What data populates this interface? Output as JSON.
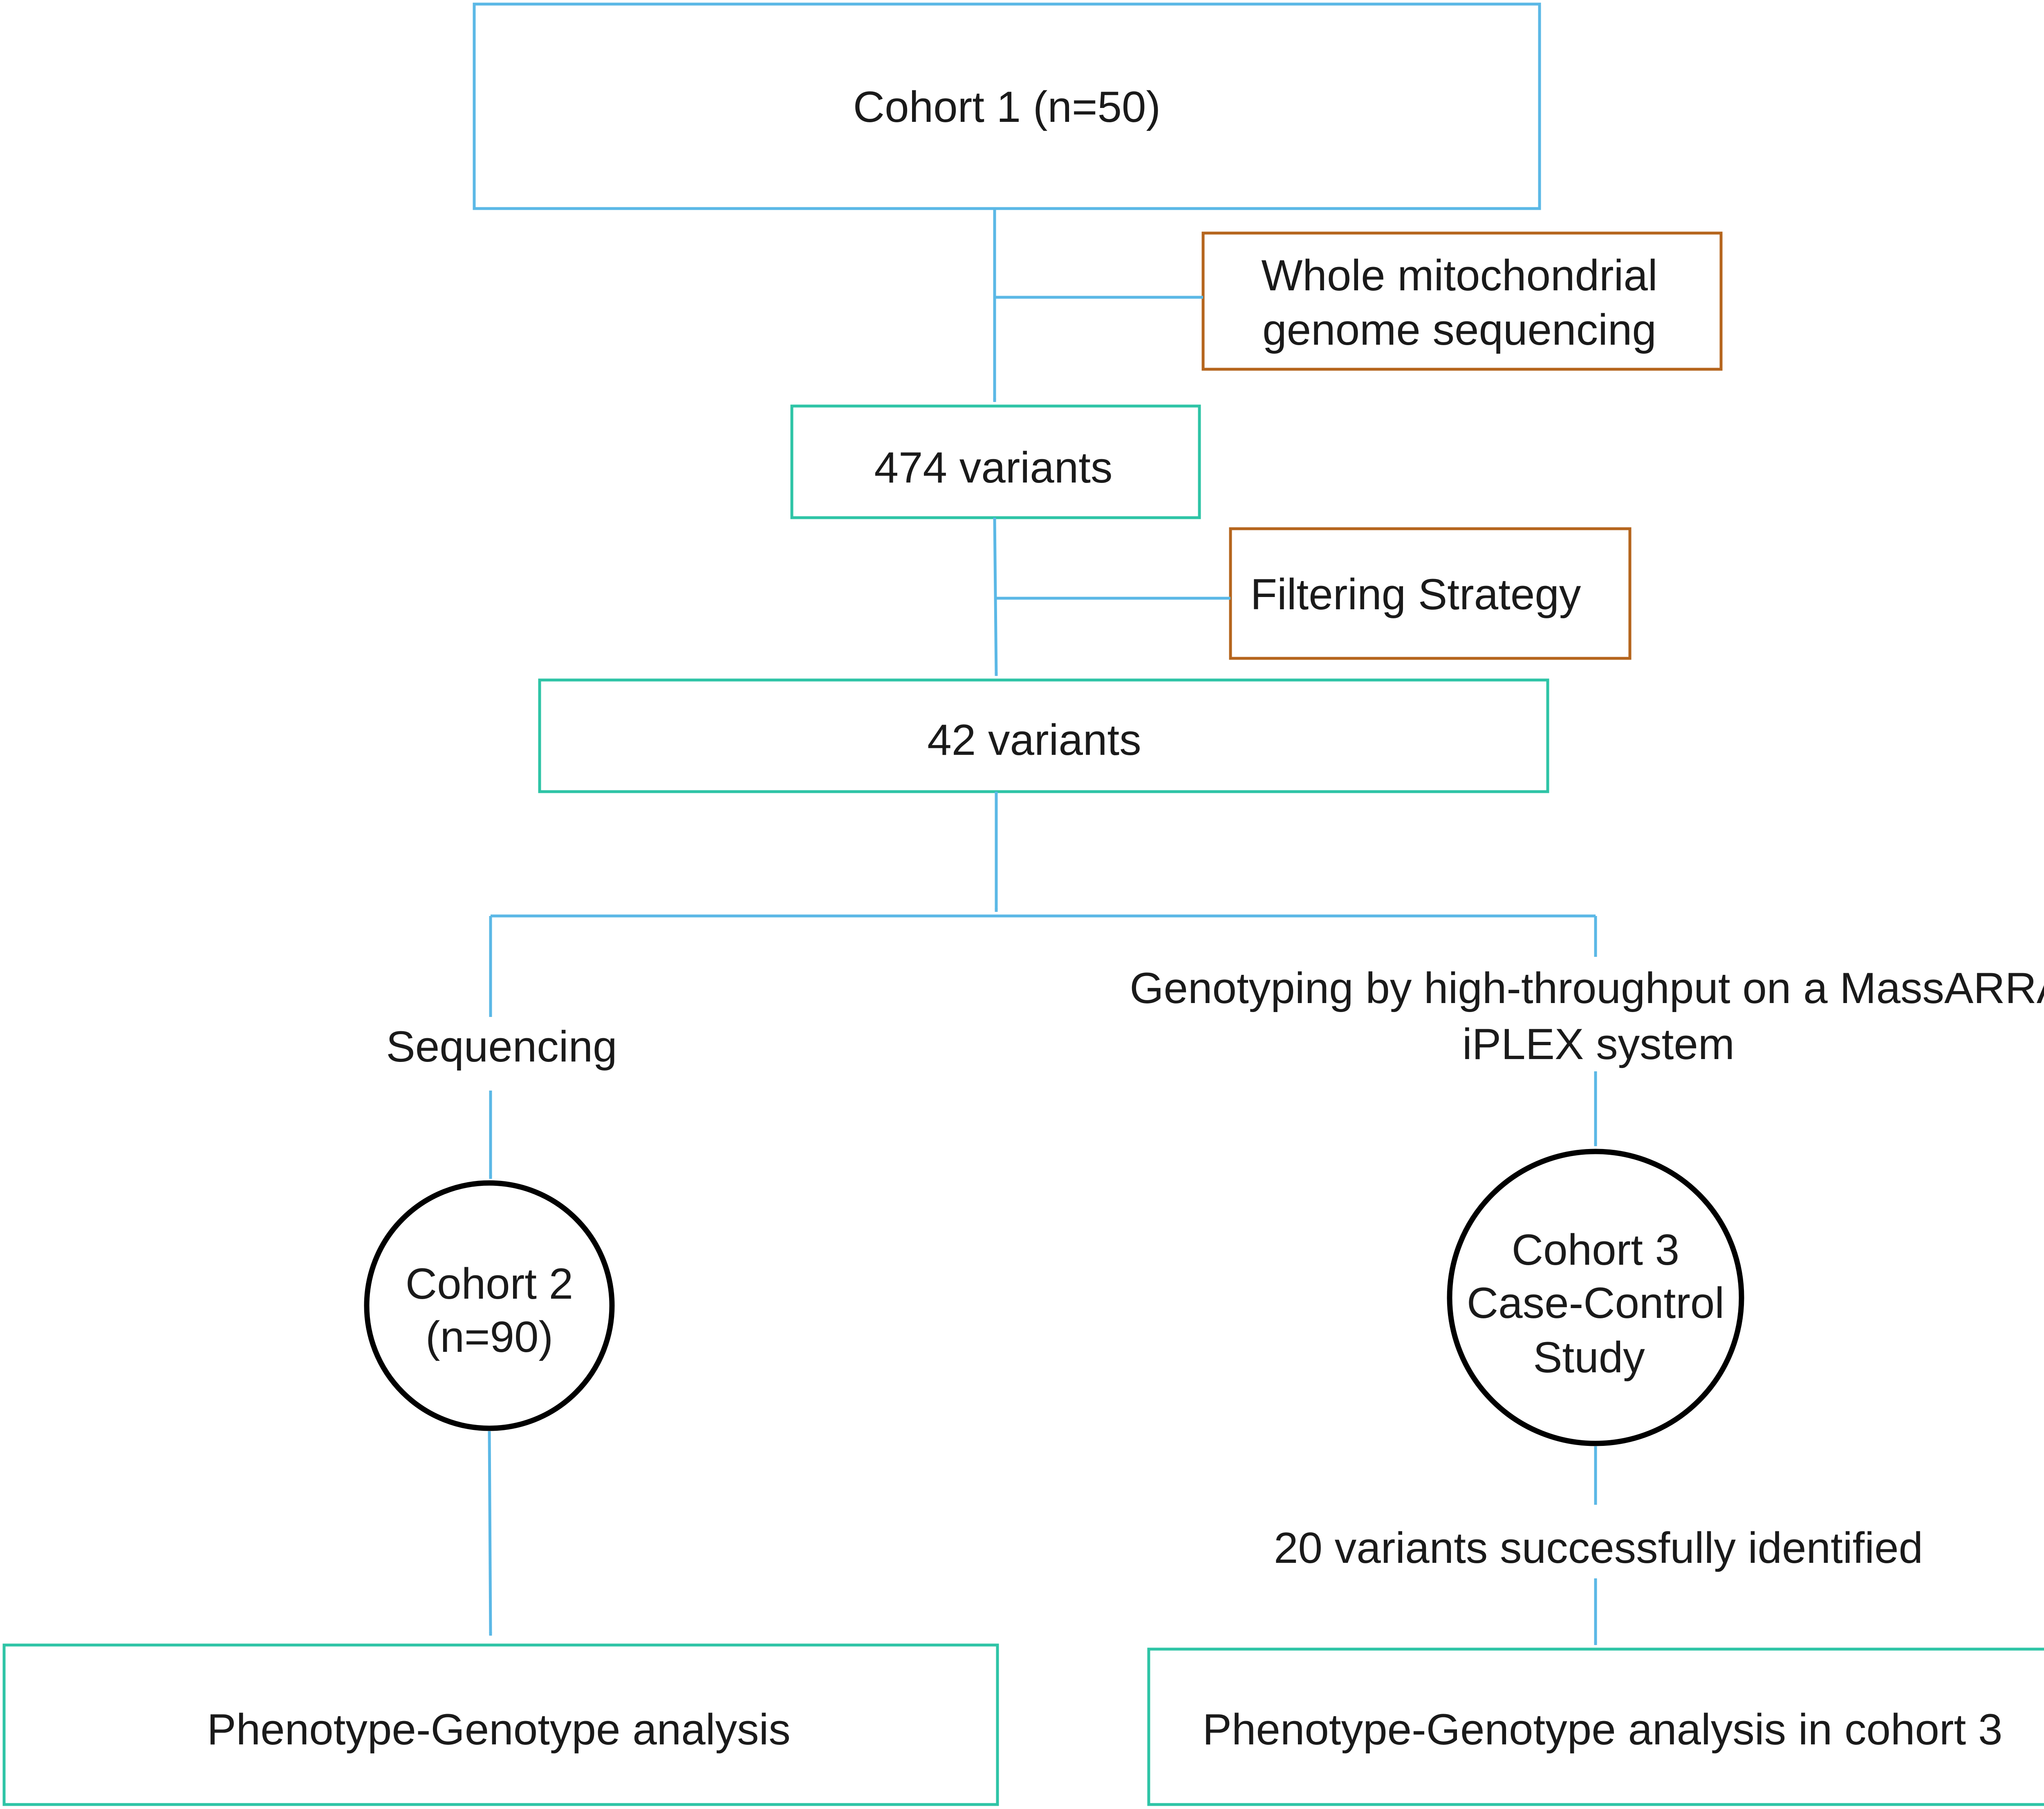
{
  "colors": {
    "connector": "#5BB8E6",
    "cohort1_border": "#5BB8E6",
    "variant_border": "#2EC4A6",
    "method_border": "#B5651D",
    "circle_border": "#000000",
    "text": "#1a1a1a"
  },
  "nodes": {
    "cohort1": "Cohort 1  (n=50)",
    "wgs_line1": "Whole mitochondrial",
    "wgs_line2": "genome sequencing",
    "variants474": "474 variants",
    "filtering": "Filtering Strategy",
    "variants42": "42 variants",
    "sequencing": "Sequencing",
    "genotyping_line1": "Genotyping by high-throughput on a MassARRAY",
    "genotyping_line2": "iPLEX system",
    "cohort2_line1": "Cohort  2",
    "cohort2_line2": "(n=90)",
    "cohort3_line1": "Cohort  3",
    "cohort3_line2": "Case-Control",
    "cohort3_line3": "Study",
    "identified": "20 variants successfully identified",
    "pg_left": "Phenotype-Genotype analysis",
    "pg_right": "Phenotype-Genotype analysis in cohort 3"
  }
}
